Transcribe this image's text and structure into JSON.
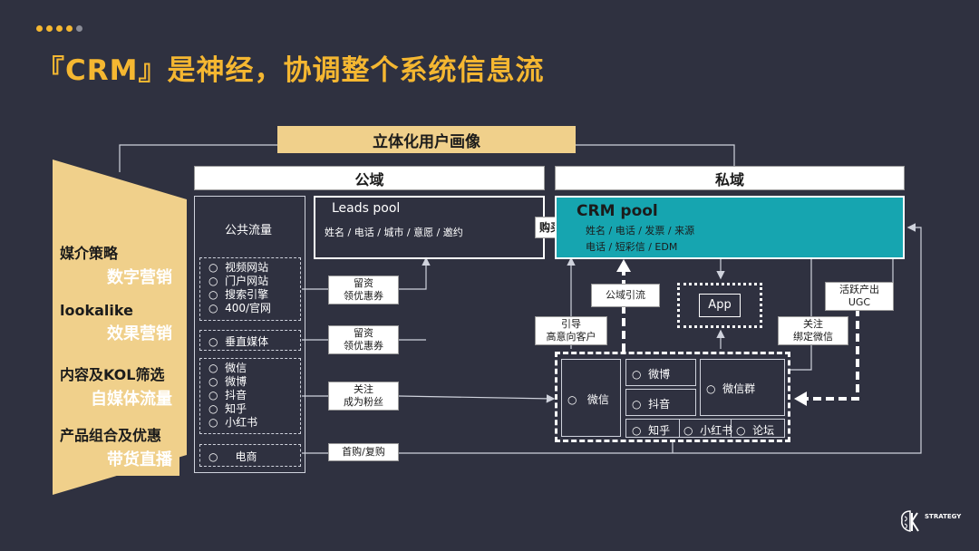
{
  "title": "『CRM』是神经，协调整个系统信息流",
  "colors": {
    "accent": "#f5b731",
    "panel": "#f0d08b",
    "teal": "#16a5b0",
    "bg": "#2f3140"
  },
  "portrait_label": "立体化用户画像",
  "public_label": "公域",
  "private_label": "私域",
  "strategies": [
    {
      "a": "媒介策略",
      "b": "数字营销"
    },
    {
      "a": "lookalike",
      "b": "效果营销"
    },
    {
      "a": "内容及KOL筛选",
      "b": "自媒体流量"
    },
    {
      "a": "产品组合及优惠",
      "b": "带货直播"
    }
  ],
  "public_traffic": {
    "title": "公共流量",
    "group1": [
      "视频网站",
      "门户网站",
      "搜索引擎",
      "400/官网"
    ],
    "group2": [
      "垂直媒体"
    ],
    "group3": [
      "微信",
      "微博",
      "抖音",
      "知乎",
      "小红书"
    ],
    "group4": [
      "电商"
    ]
  },
  "connectors": {
    "c1a": "留资",
    "c1b": "领优惠券",
    "c2a": "留资",
    "c2b": "领优惠券",
    "c3a": "关注",
    "c3b": "成为粉丝",
    "c4": "首购/复购"
  },
  "leads": {
    "title": "Leads pool",
    "fields": "姓名 / 电话 / 城市 / 意愿 / 邀约"
  },
  "buy_label": "购买",
  "crm": {
    "title": "CRM pool",
    "line1": "姓名 / 电话 / 发票 / 来源",
    "line2": "电话 / 短彩信 / EDM"
  },
  "private_labels": {
    "guide_a": "引导",
    "guide_b": "高意向客户",
    "public_flow": "公域引流",
    "app": "App",
    "follow_a": "关注",
    "follow_b": "绑定微信",
    "ugc_a": "活跃产出",
    "ugc_b": "UGC"
  },
  "channels": {
    "wechat": "微信",
    "weibo": "微博",
    "douyin": "抖音",
    "wechat_group": "微信群",
    "zhihu": "知乎",
    "xhs": "小红书",
    "forum": "论坛"
  },
  "logo_text": "STRATEGY"
}
